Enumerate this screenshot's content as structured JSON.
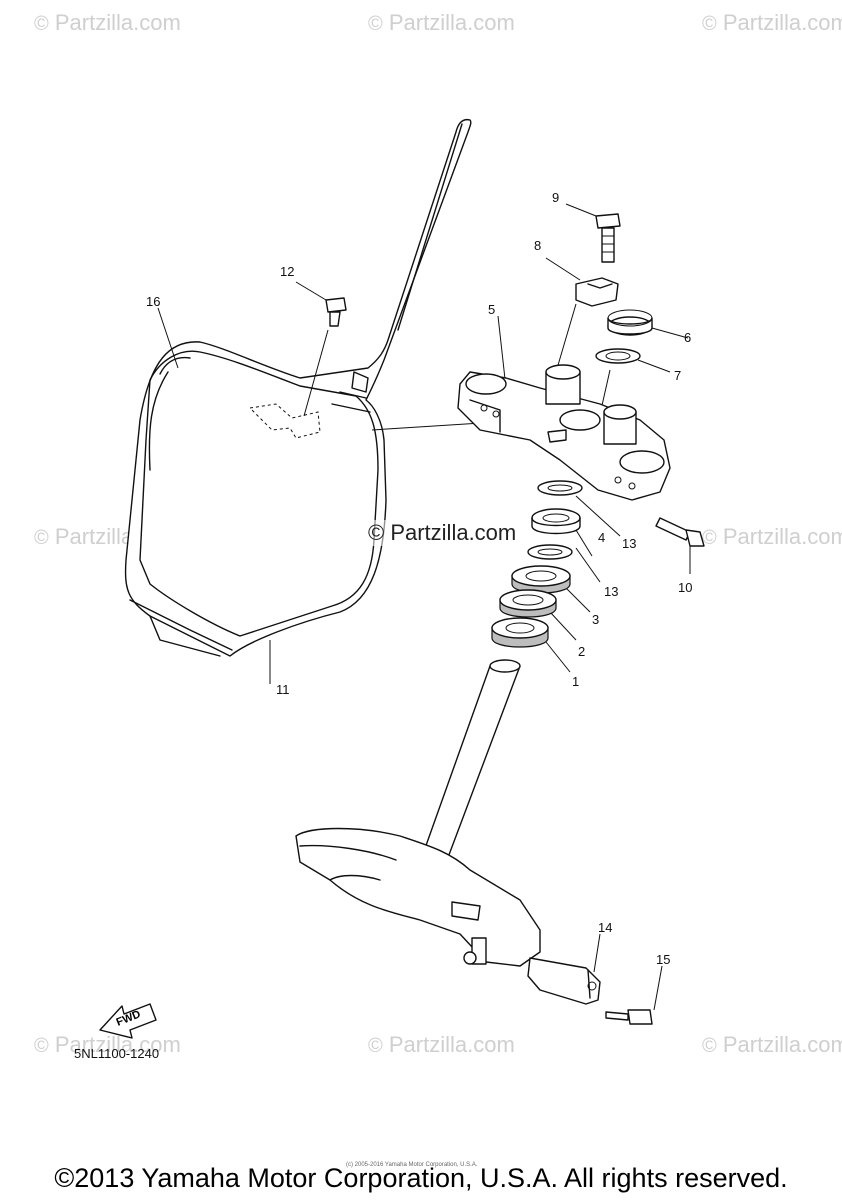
{
  "watermarks": {
    "text": "Partzilla.com",
    "symbol": "©",
    "center": "© Partzilla.com"
  },
  "callouts": [
    {
      "id": "c1",
      "label": "1"
    },
    {
      "id": "c2",
      "label": "2"
    },
    {
      "id": "c3",
      "label": "3"
    },
    {
      "id": "c4",
      "label": "4"
    },
    {
      "id": "c5",
      "label": "5"
    },
    {
      "id": "c6",
      "label": "6"
    },
    {
      "id": "c7",
      "label": "7"
    },
    {
      "id": "c8",
      "label": "8"
    },
    {
      "id": "c9",
      "label": "9"
    },
    {
      "id": "c10",
      "label": "10"
    },
    {
      "id": "c11",
      "label": "11"
    },
    {
      "id": "c12",
      "label": "12"
    },
    {
      "id": "c13a",
      "label": "13"
    },
    {
      "id": "c13b",
      "label": "13"
    },
    {
      "id": "c14",
      "label": "14"
    },
    {
      "id": "c15",
      "label": "15"
    },
    {
      "id": "c16",
      "label": "16"
    }
  ],
  "fwd_label": "FWD",
  "diagram_code": "5NL1100-1240",
  "tiny_credit": "(c) 2005-2016 Yamaha Motor Corporation, U.S.A.",
  "footer": "©2013 Yamaha Motor Corporation, U.S.A. All rights reserved."
}
